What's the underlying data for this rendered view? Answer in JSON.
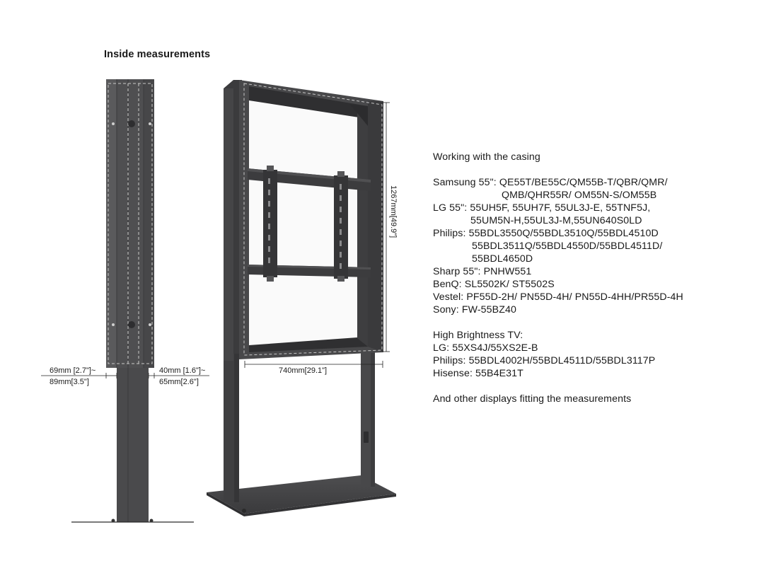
{
  "heading": "Inside measurements",
  "dimensions": {
    "height": "1267mm[49.9\"]",
    "width": "740mm[29.1\"]",
    "left_top": "69mm [2.7\"]~",
    "left_bottom": "89mm[3.5\"]",
    "right_top": "40mm [1.6\"]~",
    "right_bottom": "65mm[2.6\"]"
  },
  "info": {
    "title": "Working with the casing",
    "samsung_1": "Samsung 55\": QE55T/BE55C/QM55B-T/QBR/QMR/",
    "samsung_2": "QMB/QHR55R/ OM55N-S/OM55B",
    "lg_1": "LG 55\": 55UH5F, 55UH7F, 55UL3J-E, 55TNF5J,",
    "lg_2": "55UM5N-H,55UL3J-M,55UN640S0LD",
    "philips_1": "Philips: 55BDL3550Q/55BDL3510Q/55BDL4510D",
    "philips_2": "55BDL3511Q/55BDL4550D/55BDL4511D/",
    "philips_3": "55BDL4650D",
    "sharp": "Sharp 55\": PNHW551",
    "benq": "BenQ: SL5502K/ ST5502S",
    "vestel": "Vestel: PF55D-2H/ PN55D-4H/ PN55D-4HH/PR55D-4H",
    "sony": "Sony: FW-55BZ40",
    "hb_title": "High Brightness TV:",
    "hb_lg": "LG: 55XS4J/55XS2E-B",
    "hb_philips": "Philips: 55BDL4002H/55BDL4511D/55BDL3117P",
    "hb_hisense": "Hisense: 55B4E31T",
    "footer": "And other displays fitting the measurements"
  },
  "colors": {
    "steel_dark": "#3f3f41",
    "steel_mid": "#555557",
    "steel_light": "#6b6b6d",
    "dash": "#c8c8c8"
  }
}
